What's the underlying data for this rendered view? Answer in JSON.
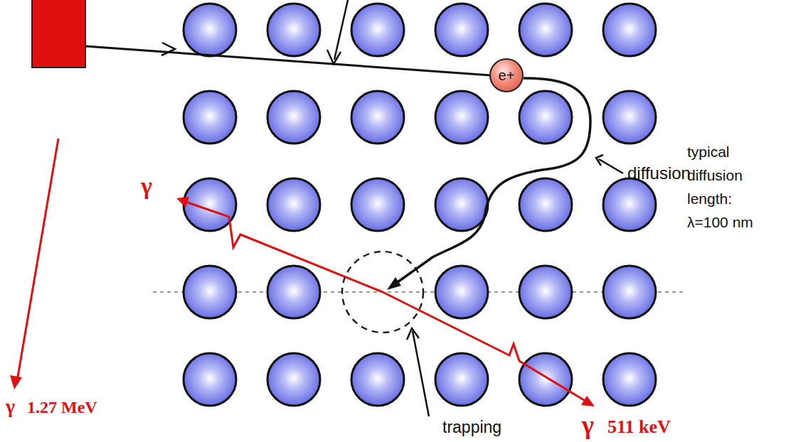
{
  "diagram": {
    "nodes": [
      {
        "text": [
          "e+"
        ]
      }
    ],
    "labels": [
      "diffusion",
      "typical diffusion length: λ=100 nm",
      "γ",
      "γ",
      "1.27 MeV",
      "trapping",
      "γ",
      "511 keV"
    ]
  }
}
